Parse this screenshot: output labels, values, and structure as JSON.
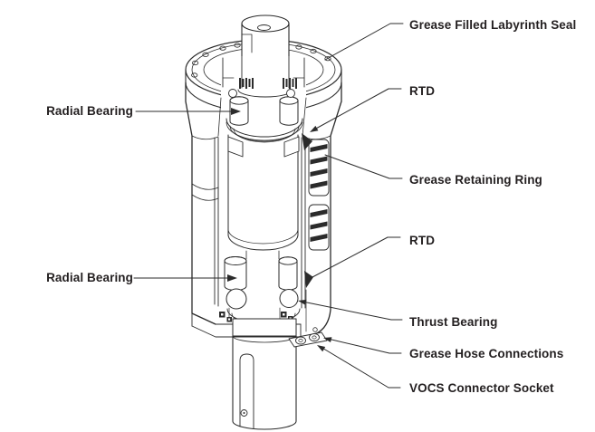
{
  "figure": {
    "type": "technical-cutaway-diagram",
    "colors": {
      "background": "#ffffff",
      "line": "#2b2b2b",
      "text": "#231f20"
    },
    "labels": [
      {
        "id": "grease-filled-labyrinth-seal",
        "text": "Grease Filled Labyrinth Seal",
        "side": "right"
      },
      {
        "id": "rtd-upper",
        "text": "RTD",
        "side": "right"
      },
      {
        "id": "grease-retaining-ring",
        "text": "Grease Retaining Ring",
        "side": "right"
      },
      {
        "id": "rtd-lower",
        "text": "RTD",
        "side": "right"
      },
      {
        "id": "thrust-bearing",
        "text": "Thrust Bearing",
        "side": "right"
      },
      {
        "id": "grease-hose-connections",
        "text": "Grease Hose Connections",
        "side": "right"
      },
      {
        "id": "vocs-connector-socket",
        "text": "VOCS Connector Socket",
        "side": "right"
      },
      {
        "id": "radial-bearing-upper",
        "text": "Radial Bearing",
        "side": "left"
      },
      {
        "id": "radial-bearing-lower",
        "text": "Radial Bearing",
        "side": "left"
      }
    ]
  }
}
